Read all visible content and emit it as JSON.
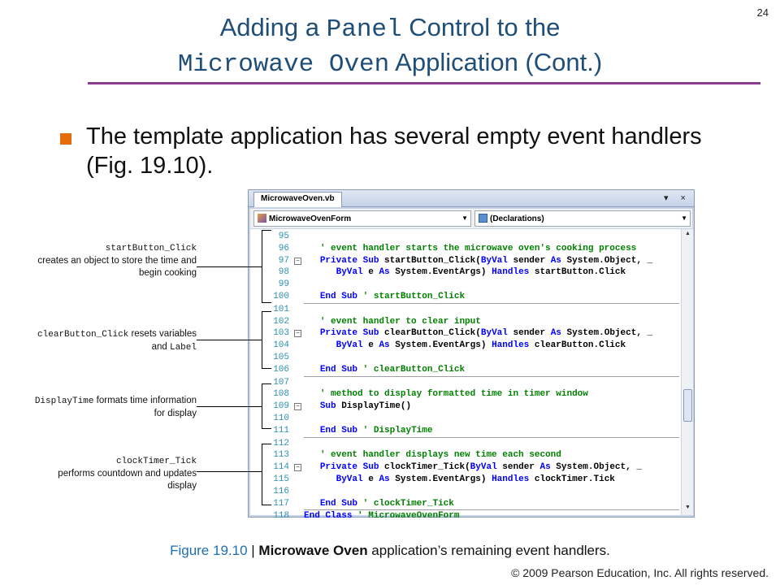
{
  "slide_number": "24",
  "title": {
    "part1": "Adding a ",
    "part_mono": "Panel",
    "part2": " Control to the",
    "line2_mono": "Microwave Oven",
    "line2_rest": " Application (Cont.)"
  },
  "bullet": "The template application has several empty event handlers (Fig. 19.10).",
  "ide": {
    "tab_label": "MicrowaveOven.vb",
    "tab_buttons": "▾ ×",
    "class_combo": "MicrowaveOvenForm",
    "member_combo": "(Declarations)"
  },
  "code_lines": [
    {
      "num": "95",
      "fold": "",
      "code": ""
    },
    {
      "num": "96",
      "fold": "",
      "code": "   ' event handler starts the microwave oven's cooking process"
    },
    {
      "num": "97",
      "fold": "⊟",
      "code": "   Private Sub startButton_Click(ByVal sender As System.Object, _"
    },
    {
      "num": "98",
      "fold": "",
      "code": "      ByVal e As System.EventArgs) Handles startButton.Click"
    },
    {
      "num": "99",
      "fold": "",
      "code": ""
    },
    {
      "num": "100",
      "fold": "",
      "code": "   End Sub ' startButton_Click"
    },
    {
      "num": "101",
      "fold": "",
      "code": ""
    },
    {
      "num": "102",
      "fold": "",
      "code": "   ' event handler to clear input"
    },
    {
      "num": "103",
      "fold": "⊟",
      "code": "   Private Sub clearButton_Click(ByVal sender As System.Object, _"
    },
    {
      "num": "104",
      "fold": "",
      "code": "      ByVal e As System.EventArgs) Handles clearButton.Click"
    },
    {
      "num": "105",
      "fold": "",
      "code": ""
    },
    {
      "num": "106",
      "fold": "",
      "code": "   End Sub ' clearButton_Click"
    },
    {
      "num": "107",
      "fold": "",
      "code": ""
    },
    {
      "num": "108",
      "fold": "",
      "code": "   ' method to display formatted time in timer window"
    },
    {
      "num": "109",
      "fold": "⊟",
      "code": "   Sub DisplayTime()"
    },
    {
      "num": "110",
      "fold": "",
      "code": ""
    },
    {
      "num": "111",
      "fold": "",
      "code": "   End Sub ' DisplayTime"
    },
    {
      "num": "112",
      "fold": "",
      "code": ""
    },
    {
      "num": "113",
      "fold": "",
      "code": "   ' event handler displays new time each second"
    },
    {
      "num": "114",
      "fold": "⊟",
      "code": "   Private Sub clockTimer_Tick(ByVal sender As System.Object, _"
    },
    {
      "num": "115",
      "fold": "",
      "code": "      ByVal e As System.EventArgs) Handles clockTimer.Tick"
    },
    {
      "num": "116",
      "fold": "",
      "code": ""
    },
    {
      "num": "117",
      "fold": "",
      "code": "   End Sub ' clockTimer_Tick"
    },
    {
      "num": "118",
      "fold": "",
      "code": "End Class ' MicrowaveOvenForm"
    }
  ],
  "callouts": [
    {
      "mono": "startButton_Click",
      "text": "creates an object to store the time and begin cooking"
    },
    {
      "mono": "clearButton_Click",
      "text_after": " resets variables and ",
      "mono2": "Label"
    },
    {
      "mono": "DisplayTime",
      "text_after": " formats time information for display"
    },
    {
      "mono": "clockTimer_Tick",
      "text": "performs countdown and updates display"
    }
  ],
  "caption": {
    "fig": "Figure 19.10",
    "sep": " | ",
    "app": "Microwave Oven",
    "rest": " application’s remaining event handlers."
  },
  "copyright": "© 2009 Pearson Education, Inc.  All rights reserved."
}
